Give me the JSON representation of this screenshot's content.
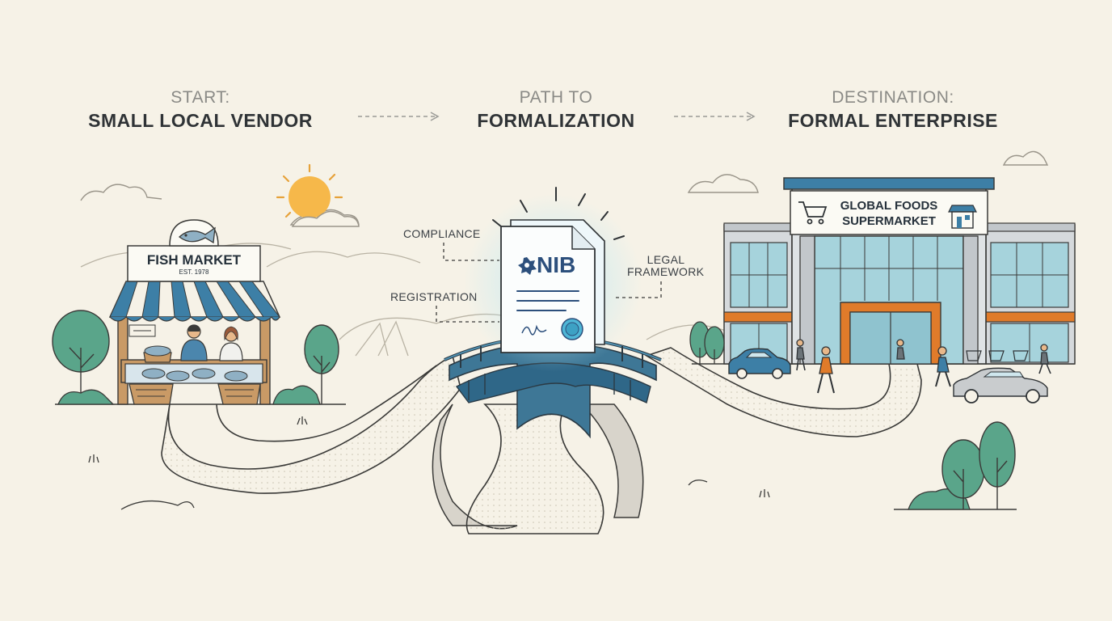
{
  "stages": [
    {
      "sub": "START:",
      "main": "SMALL LOCAL VENDOR"
    },
    {
      "sub": "PATH TO",
      "main": "FORMALIZATION"
    },
    {
      "sub": "DESTINATION:",
      "main": "FORMAL ENTERPRISE"
    }
  ],
  "fish_market": {
    "title": "FISH MARKET",
    "est": "EST. 1978"
  },
  "document": {
    "title": "NIB"
  },
  "labels": {
    "compliance": "COMPLIANCE",
    "registration": "REGISTRATION",
    "legal_line1": "LEGAL",
    "legal_line2": "FRAMEWORK"
  },
  "supermarket": {
    "line1": "GLOBAL FOODS",
    "line2": "SUPERMARKET"
  },
  "colors": {
    "background": "#f6f2e7",
    "ink": "#2f3336",
    "accent_blue": "#3d7fa6",
    "tree_green": "#5aa58a",
    "orange": "#e07b2a",
    "sun": "#f6b84a"
  }
}
